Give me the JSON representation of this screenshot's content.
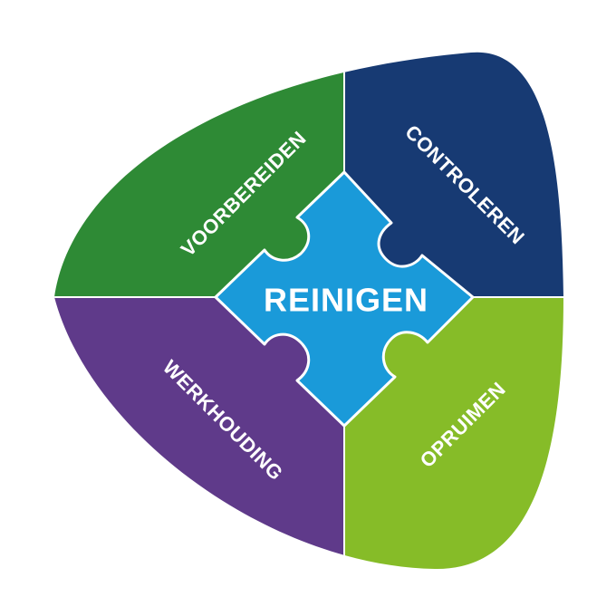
{
  "center": {
    "label": "REINIGEN",
    "color": "#1a9ad9"
  },
  "segments": [
    {
      "id": "voorbereiden",
      "label": "VOORBEREIDEN",
      "color": "#2e8a35"
    },
    {
      "id": "controleren",
      "label": "CONTROLEREN",
      "color": "#173a73"
    },
    {
      "id": "opruimen",
      "label": "OPRUIMEN",
      "color": "#86bc28"
    },
    {
      "id": "werkhouding",
      "label": "WERKHOUDING",
      "color": "#5f3a8a"
    }
  ],
  "divider_color": "#ffffff"
}
